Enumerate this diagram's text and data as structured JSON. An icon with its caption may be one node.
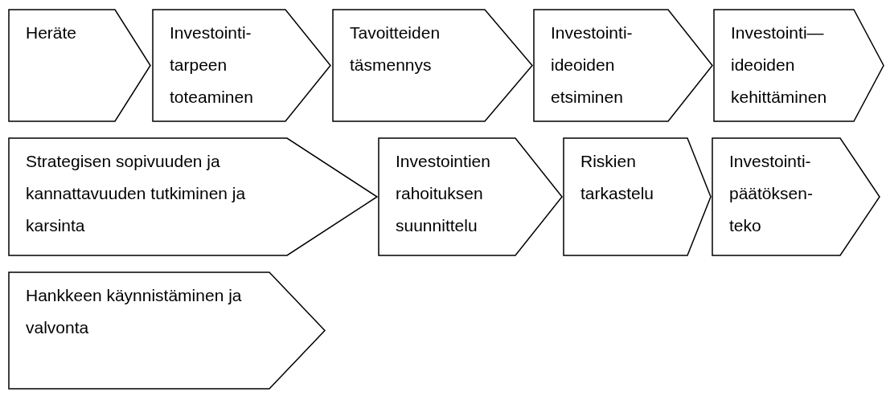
{
  "diagram": {
    "nodes": [
      {
        "text": [
          "Heräte"
        ]
      },
      {
        "text": [
          "Investointi- tarpeen toteaminen"
        ]
      },
      {
        "text": [
          "Tavoitteiden täsmennys"
        ]
      },
      {
        "text": [
          "Investointi- ideoiden etsiminen"
        ]
      },
      {
        "text": [
          "Investointi— ideoiden kehittäminen"
        ]
      },
      {
        "text": [
          "Strategisen sopivuuden ja kannattavuuden tutkiminen ja karsinta"
        ]
      },
      {
        "text": [
          "Investointien rahoituksen suunnittelu"
        ]
      },
      {
        "text": [
          "Riskien tarkastelu"
        ]
      },
      {
        "text": [
          "Investointi- päätöksen- teko"
        ]
      },
      {
        "text": [
          "Hankkeen käynnistäminen ja valvonta"
        ]
      }
    ]
  }
}
